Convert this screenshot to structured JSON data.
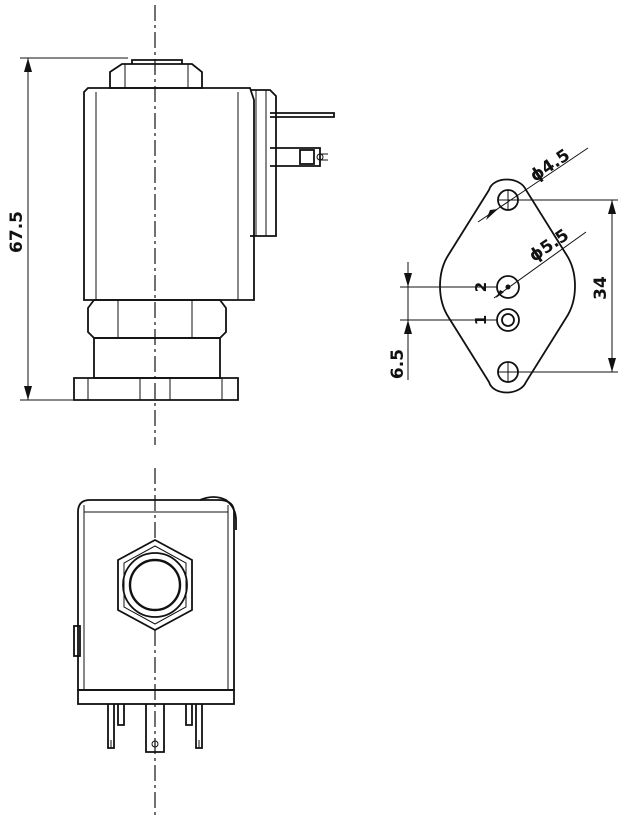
{
  "drawing": {
    "dimensions": {
      "overall_height": "67.5",
      "hole_diameter_outer": "ϕ4.5",
      "hole_diameter_center": "ϕ5.5",
      "mounting_spacing": "34",
      "port_offset": "6.5"
    },
    "port_labels": {
      "port_1": "1",
      "port_2": "2"
    }
  }
}
